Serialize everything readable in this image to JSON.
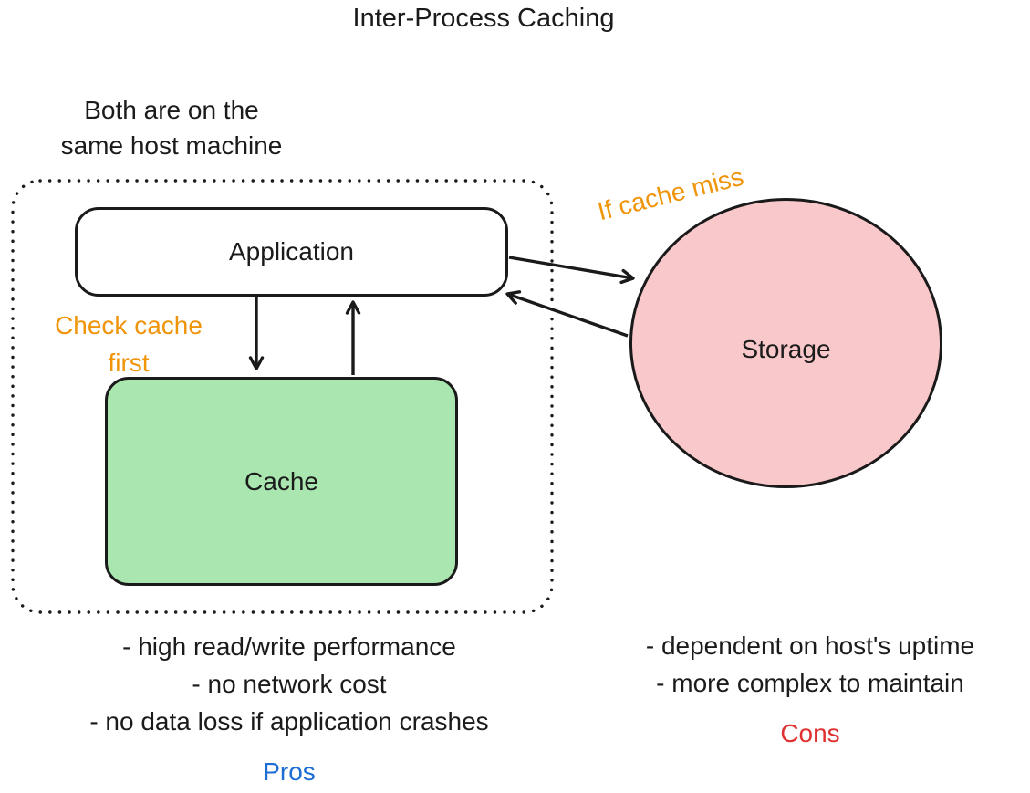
{
  "title": "Inter-Process Caching",
  "host_note": {
    "line1": "Both are on the",
    "line2": "same host machine"
  },
  "nodes": {
    "application": "Application",
    "cache": "Cache",
    "storage": "Storage"
  },
  "edge_labels": {
    "check_cache_line1": "Check cache",
    "check_cache_line2": "first",
    "if_cache_miss": "If cache miss"
  },
  "pros": {
    "items": [
      "- high read/write performance",
      "- no network cost",
      "- no data loss if application crashes"
    ],
    "label": "Pros"
  },
  "cons": {
    "items": [
      "- dependent on host's uptime",
      "- more complex to maintain"
    ],
    "label": "Cons"
  },
  "colors": {
    "cache_fill": "#aae6af",
    "storage_fill": "#f9c8ca",
    "label_orange": "#f0940a",
    "pros_blue": "#1c6ed2",
    "cons_red": "#e03131",
    "line_black": "#1a1a1a"
  }
}
